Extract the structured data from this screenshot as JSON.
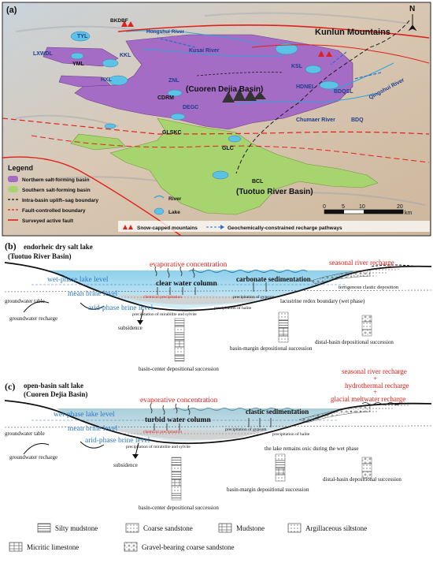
{
  "panel_a": {
    "label": "(a)",
    "north": "N",
    "places": {
      "kunlun": "Kunlun Mountains",
      "bkdbf": "BKDBF",
      "hongshui": "Hongshui River",
      "tyl": "TYL",
      "lxwdl": "LXWDL",
      "yml": "YML",
      "kkl": "KKL",
      "hxl": "HXL",
      "kusai": "Kusai River",
      "znl": "ZNL",
      "ksl": "KSL",
      "hdnel": "HDNEL",
      "bdqsl": "BDQSL",
      "qingshui": "Qingshui River",
      "cuoren_basin": "(Cuoren Dejia Basin)",
      "cdrm": "CDRM",
      "degc": "DEGC",
      "chumaer": "Chumaer River",
      "bdq": "BDQ",
      "glskc": "GLSKC",
      "glc": "GLC",
      "bcl": "BCL",
      "tuotuo_basin": "(Tuotuo River Basin)"
    },
    "legend": {
      "title": "Legend",
      "northern": "Northern salt-forming basin",
      "southern": "Southern salt-forming basin",
      "uplift": "Intra-basin uplift–sag boundary",
      "fault": "Fault-controlled boundary",
      "active": "Surveyed active fault",
      "river": "River",
      "lake": "Lake",
      "snow": "Snow-capped mountains",
      "recharge": "Geochemically-constrained recharge pathways"
    },
    "scale": {
      "t0": "0",
      "t5": "5",
      "t10": "10",
      "t20": "20",
      "unit": "km"
    }
  },
  "panel_b": {
    "label": "(b)",
    "title1": "endorheic dry salt lake",
    "title2": "(Tuotuo River Basin)",
    "evap": "evaporative concentration",
    "seasonal": "seasonal river recharge",
    "wet_level": "wet-phase lake level",
    "clear_col": "clear water column",
    "carbonate": "carbonate sedimentation",
    "terrigenous": "terrigenous clastic deposition",
    "gw_table": "groundwater table",
    "mean_level": "mean brine level",
    "chem_precip": "chemical precipitation",
    "gypsum": "precipitation of gypsum",
    "redox": "lacustrine redox boundary (wet phase)",
    "arid_level": "arid-phase brine level",
    "halite": "precipitation of halite",
    "mirabilite": "precipitation of mirabilite and sylvite",
    "gw_recharge": "groundwater recharge",
    "subsidence": "subsidence",
    "margin_succ": "basin-margin depositional succession",
    "center_succ": "basin-center depositional succession",
    "distal_succ": "distal-basin depositional succession"
  },
  "panel_c": {
    "label": "(c)",
    "title1": "open-basin salt lake",
    "title2": "(Cuoren Dejia Basin)",
    "r1": "seasonal river recharge",
    "plus1": "+",
    "r2": "hydrothermal recharge",
    "plus2": "+",
    "r3": "glacial meltwater recharge",
    "evap": "evaporative concentration",
    "wet_level": "wet-phase lake level",
    "turbid_col": "turbid water column",
    "clastic": "clastic sedimentation",
    "gw_table": "groundwater table",
    "mean_level": "mean brine level",
    "chem_precip": "chemical precipitation",
    "gypsum": "precipitation of gypsum",
    "halite": "precipitation of halite",
    "arid_level": "arid-phase brine level",
    "mirabilite": "precipitation of mirabilite and sylvite",
    "oxic": "the lake remains oxic during the wet phase",
    "gw_recharge": "groundwater recharge",
    "subsidence": "subsidence",
    "margin_succ": "basin-margin depositional succession",
    "center_succ": "basin-center depositional succession",
    "distal_succ": "distal-basin depositional succession"
  },
  "lithology": {
    "silty": "Silty mudstone",
    "coarse": "Coarse sandstone",
    "mud": "Mudstone",
    "argillaceous": "Argillaceous siltstone",
    "micritic": "Micritic limestone",
    "gravel": "Gravel-bearing coarse sandstone"
  },
  "colors": {
    "northern": "#a56cc6",
    "southern": "#a8d46f",
    "water": "#bfe3f0",
    "red_text": "#e0201b",
    "blue_text": "#2a78c8"
  }
}
